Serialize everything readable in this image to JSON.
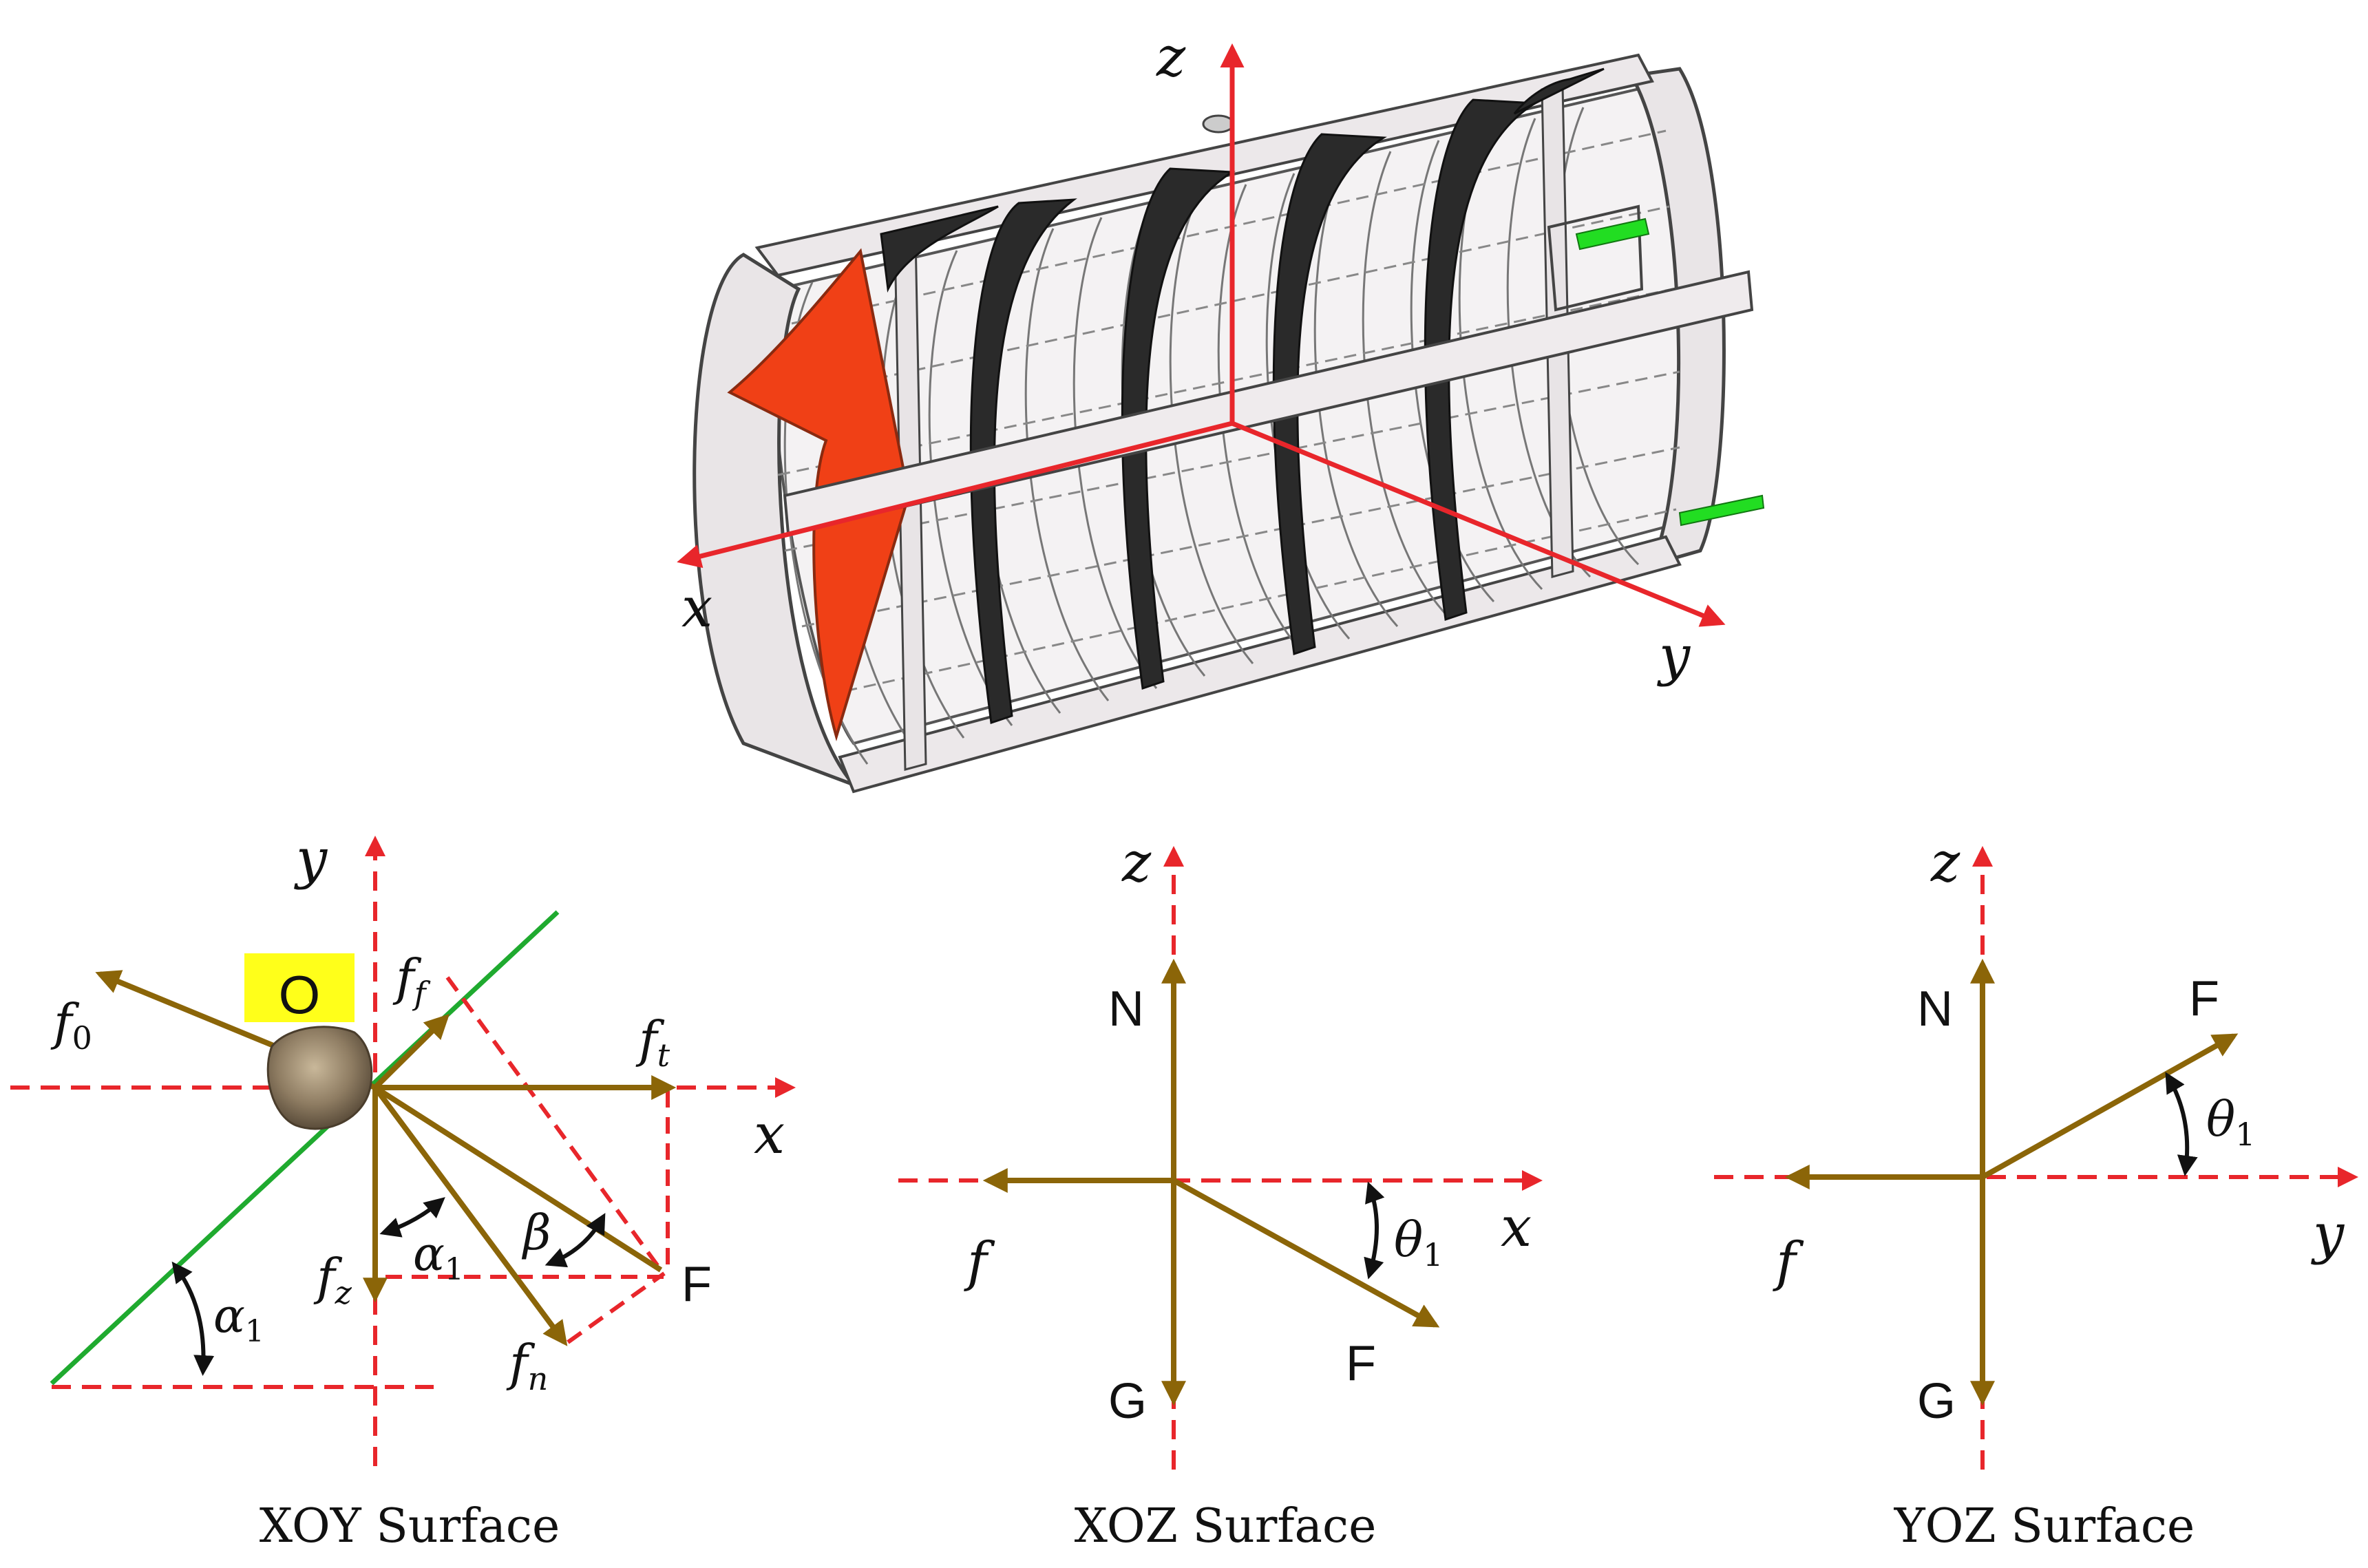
{
  "colors": {
    "axis_red": "#e8262b",
    "force_brown": "#8b6508",
    "incline_green": "#1faa2f",
    "blade_red": "#f04016",
    "blade_black": "#2a2a2a",
    "frame_grey": "#eeeaec",
    "highlight_yellow": "#ffff1a",
    "pad_green": "#22dd22"
  },
  "drum": {
    "axis_x": "x",
    "axis_y": "y",
    "axis_z": "z"
  },
  "xoy": {
    "caption": "XOY Surface",
    "axis_x": "x",
    "axis_y": "y",
    "origin": "O",
    "f0_base": "f",
    "f0_sub": "0",
    "ff_base": "f",
    "ff_sub": "f",
    "ft_base": "f",
    "ft_sub": "t",
    "fz_base": "f",
    "fz_sub": "z",
    "fn_base": "f",
    "fn_sub": "n",
    "F": "F",
    "alpha_base": "α",
    "alpha_sub": "1",
    "beta": "β",
    "alpha2_base": "α",
    "alpha2_sub": "1"
  },
  "xoz": {
    "caption": "XOZ Surface",
    "axis_x": "x",
    "axis_z": "z",
    "N": "N",
    "G": "G",
    "F": "F",
    "f": "f",
    "theta_base": "θ",
    "theta_sub": "1"
  },
  "yoz": {
    "caption": "YOZ Surface",
    "axis_y": "y",
    "axis_z": "z",
    "N": "N",
    "G": "G",
    "F": "F",
    "f": "f",
    "theta_base": "θ",
    "theta_sub": "1"
  }
}
